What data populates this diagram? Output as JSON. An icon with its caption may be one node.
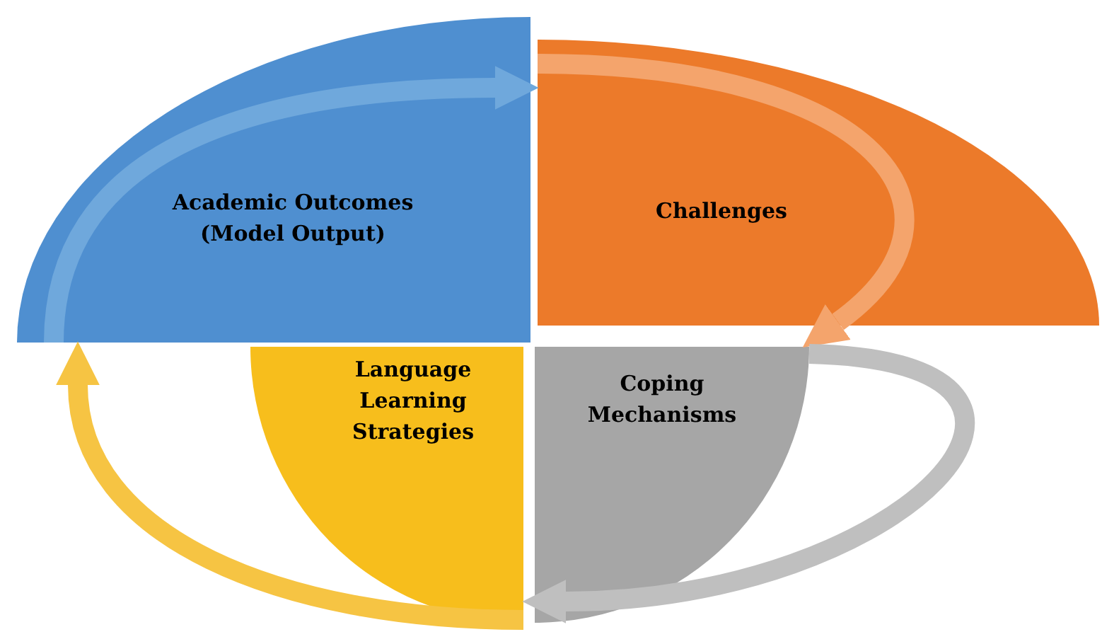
{
  "diagram": {
    "nodes": [
      {
        "text": [
          "Academic Outcomes (Model Output)"
        ]
      },
      {
        "text": [
          "Challenges"
        ]
      },
      {
        "text": [
          "Language Learning Strategies"
        ]
      },
      {
        "text": [
          "Coping Mechanisms"
        ]
      }
    ],
    "edges": [
      {
        "from": 0,
        "to": 1,
        "arrow": "to",
        "color": "#6fa8dc"
      },
      {
        "from": 1,
        "to": 3,
        "arrow": "to",
        "color": "#f4a46c"
      },
      {
        "from": 3,
        "to": 2,
        "arrow": "to",
        "color": "#bfbfbf"
      },
      {
        "from": 2,
        "to": 0,
        "arrow": "to",
        "color": "#f6c443"
      }
    ]
  }
}
